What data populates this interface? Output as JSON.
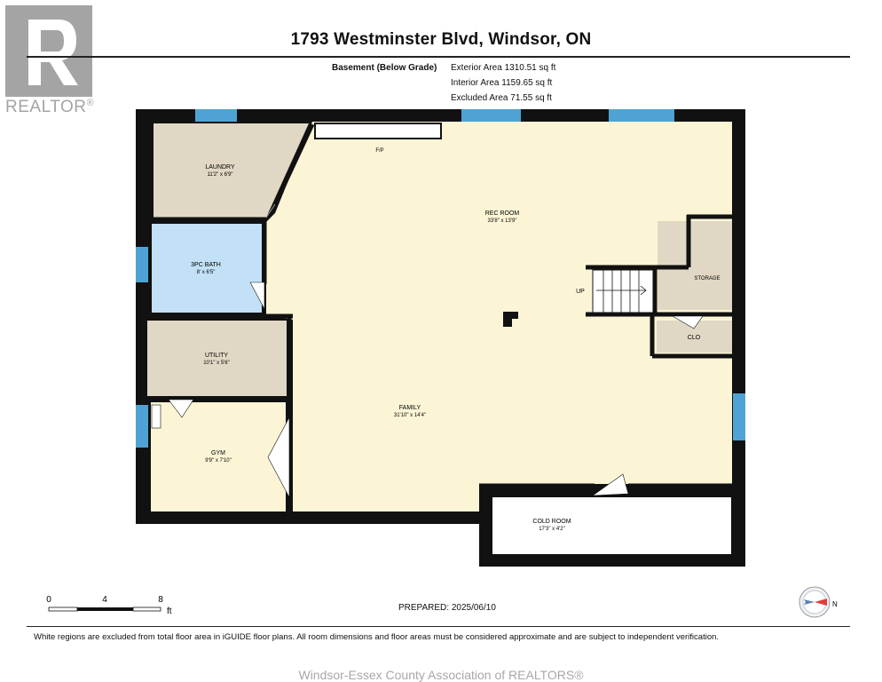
{
  "header": {
    "title": "1793 Westminster Blvd, Windsor, ON",
    "level_label": "Basement (Below Grade)",
    "exterior_area": "Exterior Area 1310.51 sq ft",
    "interior_area": "Interior Area 1159.65 sq ft",
    "excluded_area": "Excluded Area 71.55 sq ft"
  },
  "logo": {
    "text": "REALTOR",
    "mark": "®"
  },
  "rooms": {
    "laundry": {
      "name": "LAUNDRY",
      "dims": "11'2\" x 6'9\""
    },
    "bath": {
      "name": "3PC BATH",
      "dims": "8' x 6'5\""
    },
    "utility": {
      "name": "UTILITY",
      "dims": "10'1\" x 5'6\""
    },
    "gym": {
      "name": "GYM",
      "dims": "9'9\" x 7'10\""
    },
    "rec": {
      "name": "REC ROOM",
      "dims": "33'8\" x 13'9\""
    },
    "family": {
      "name": "FAMILY",
      "dims": "31'10\" x 14'4\""
    },
    "storage": {
      "name": "STORAGE"
    },
    "clo": {
      "name": "CLO"
    },
    "cold": {
      "name": "COLD ROOM",
      "dims": "17'3\" x 4'2\""
    }
  },
  "labels": {
    "fireplace": "F/P",
    "stairs": "UP"
  },
  "scale": {
    "ticks": [
      "0",
      "4",
      "8"
    ],
    "unit": "ft"
  },
  "compass": {
    "letter": "N"
  },
  "prepared": "PREPARED: 2025/06/10",
  "disclaimer": "White regions are excluded from total floor area in iGUIDE floor plans. All room dimensions and floor areas must be considered approximate and are subject to independent verification.",
  "watermark": "Windsor-Essex County Association of REALTORS®",
  "colors": {
    "tan": "#e0d8c4",
    "cream": "#fbf5d6",
    "bath_blue": "#c2e0f6",
    "window_blue": "#4ea3d4",
    "wall": "#111111"
  }
}
